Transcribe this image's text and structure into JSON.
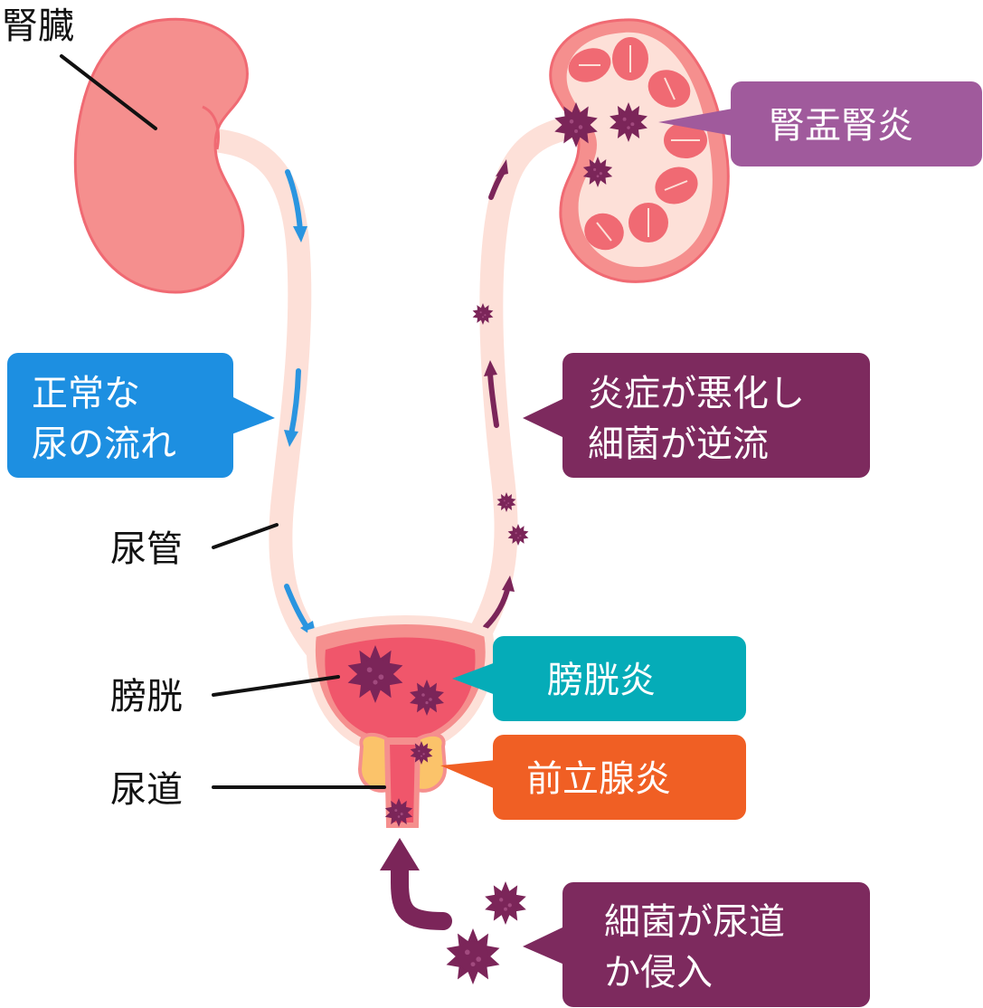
{
  "labels": {
    "kidney": "腎臓",
    "ureter": "尿管",
    "bladder": "膀胱",
    "urethra": "尿道"
  },
  "callouts": {
    "normal_flow": [
      "正常な",
      "尿の流れ"
    ],
    "pyelonephritis": "腎盂腎炎",
    "backflow": [
      "炎症が悪化し",
      "細菌が逆流"
    ],
    "cystitis": "膀胱炎",
    "prostatitis": "前立腺炎",
    "invasion": [
      "細菌が尿道",
      "か侵入"
    ]
  },
  "colors": {
    "kidney": "#f58f8e",
    "kidney_edge": "#f06a73",
    "tube": "#fde0d8",
    "normal_arrow": "#2a95e0",
    "backflow_arrow": "#7b2559",
    "bacteria": "#7b2559",
    "box_blue": "#1d8fe1",
    "box_purple": "#7d2a5e",
    "box_violet": "#a05a9c",
    "box_teal": "#05acb8",
    "box_orange": "#f05f24",
    "prostate": "#fbc36a"
  }
}
